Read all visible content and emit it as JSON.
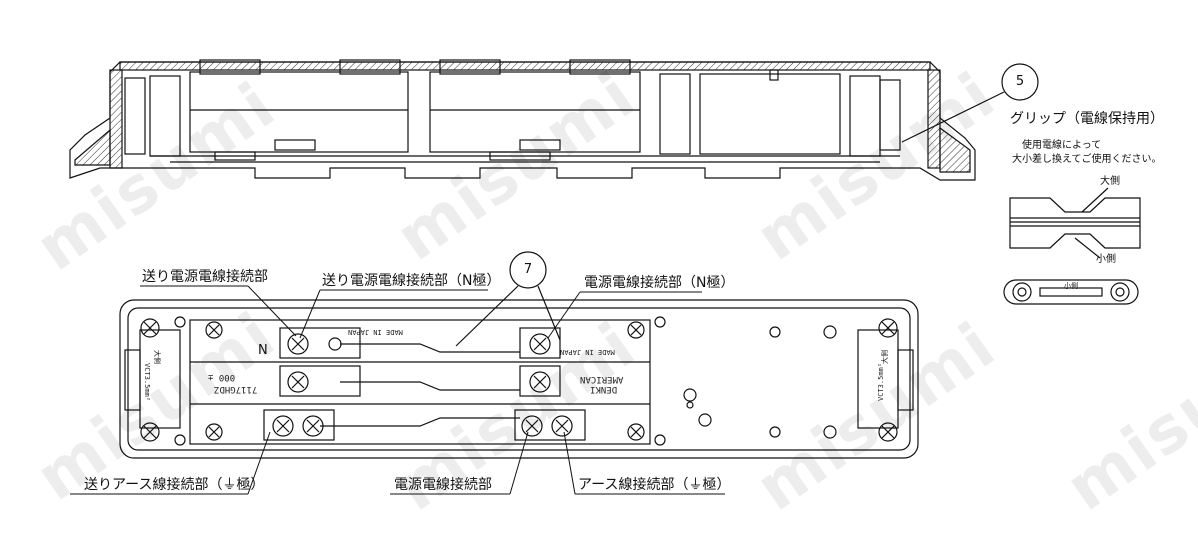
{
  "callouts": {
    "five": "5",
    "seven": "7"
  },
  "grip": {
    "title": "グリップ（電線保持用）",
    "note_line1": "使用電線によって",
    "note_line2": "大小差し換えてご使用ください。",
    "large_side": "大側",
    "small_side": "小側"
  },
  "labels": {
    "send_power_terminal": "送り電源電線接続部",
    "send_power_terminal_n": "送り電源電線接続部（N極）",
    "power_terminal_n": "電源電線接続部（N極）",
    "send_earth_terminal": "送りアース線接続部（⏚極）",
    "power_terminal": "電源電線接続部",
    "earth_terminal": "アース線接続部（⏚極）",
    "n_mark": "N"
  },
  "stamps": {
    "made_in_japan_1": "MADE IN JAPAN",
    "made_in_japan_2": "MADE IN JAPAN",
    "brand_1": "AMERICAN",
    "brand_2": "DENKI",
    "model": "7117GHDZ",
    "rating": "000 ±",
    "cable_left": "VCT3.5mm²",
    "cable_right": "VCT3.5mm²",
    "daigawa_left": "大側",
    "daigawa_right": "大側",
    "grip_small_mark": "小側"
  },
  "watermark": "misumi"
}
